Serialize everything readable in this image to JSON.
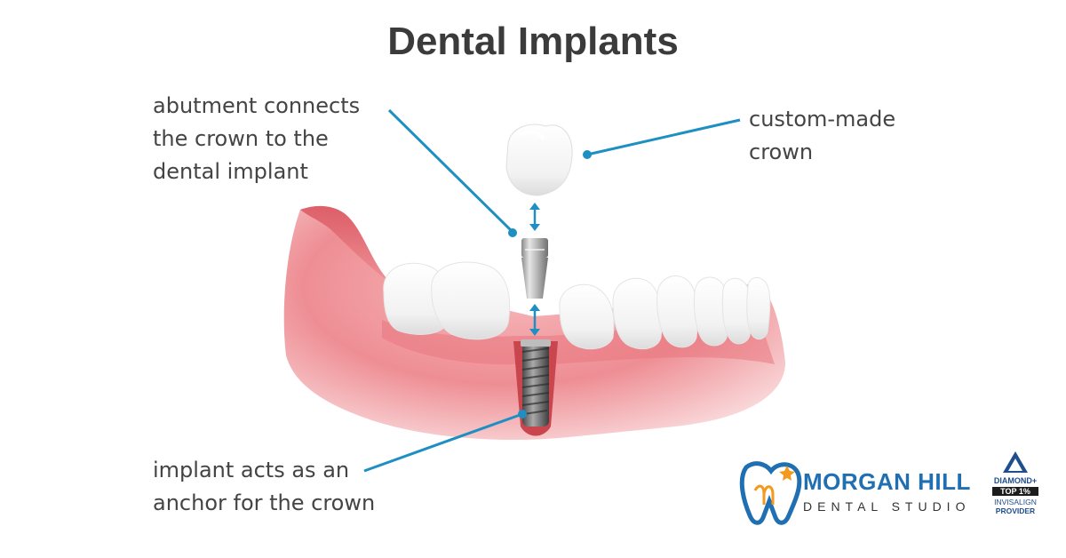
{
  "title": "Dental Implants",
  "labels": {
    "abutment": [
      "abutment connects",
      "the crown to the",
      "dental implant"
    ],
    "crown": [
      "custom-made",
      "crown"
    ],
    "implant": [
      "implant acts as an",
      "anchor for the crown"
    ]
  },
  "brand": {
    "name": "MORGAN HILL",
    "subtitle": "DENTAL STUDIO",
    "logo_icon": "tooth-m-logo-icon"
  },
  "badge": {
    "tier": "DIAMOND+",
    "rank": "TOP 1%",
    "line1": "INVISALIGN",
    "line2": "PROVIDER"
  },
  "colors": {
    "title": "#3b3b3b",
    "text": "#444444",
    "leader_line": "#1d8fc2",
    "gum": "#ee8e94",
    "brand_blue": "#1f6fb2",
    "brand_orange": "#f39a1e"
  }
}
